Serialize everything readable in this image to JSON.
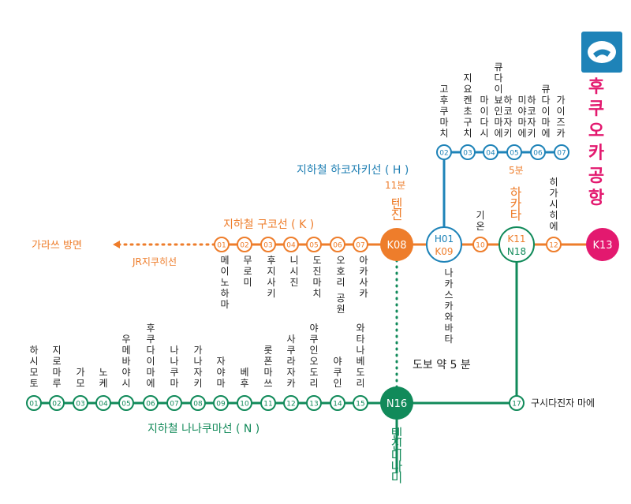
{
  "colors": {
    "kuko": "#EE7D2B",
    "hakozaki": "#1E83B8",
    "nanakuma": "#118A5A",
    "airport": "#E3196F",
    "white": "#FFFFFF"
  },
  "airport_logo": {
    "icon": "airport-hand-plane-icon",
    "title": "후쿠오카 공항"
  },
  "lines": {
    "kuko": {
      "name": "지하철 구코선 ( K )",
      "direction": "가라쓰 방면",
      "jr": "JR지쿠히선",
      "stations": [
        {
          "code": "01",
          "name": "메이노하마"
        },
        {
          "code": "02",
          "name": "무로미"
        },
        {
          "code": "03",
          "name": "후지사키"
        },
        {
          "code": "04",
          "name": "니시진"
        },
        {
          "code": "05",
          "name": "도진마치"
        },
        {
          "code": "06",
          "name": "오호리 공원"
        },
        {
          "code": "07",
          "name": "아카사카"
        },
        {
          "code": "10",
          "name": "기온"
        },
        {
          "code": "12",
          "name": "히가시히에"
        }
      ]
    },
    "hakozaki": {
      "name": "지하철 하코자키선 ( H )",
      "stations": [
        {
          "code": "02",
          "name": "고후쿠마치"
        },
        {
          "code": "03",
          "name": "지요켄초구치"
        },
        {
          "code": "04",
          "name": "마이다시 큐다이 뵤인마에"
        },
        {
          "code": "05",
          "name": "하코자키 미야마에"
        },
        {
          "code": "06",
          "name": "하코자키 큐다이마에"
        },
        {
          "code": "07",
          "name": "가이즈카"
        }
      ]
    },
    "nanakuma": {
      "name": "지하철 나나쿠마선 ( N )",
      "stations": [
        {
          "code": "01",
          "name": "하시모토"
        },
        {
          "code": "02",
          "name": "지로마루"
        },
        {
          "code": "03",
          "name": "가모"
        },
        {
          "code": "04",
          "name": "노케"
        },
        {
          "code": "05",
          "name": "우메바야시"
        },
        {
          "code": "06",
          "name": "후쿠다이마에"
        },
        {
          "code": "07",
          "name": "나나쿠마"
        },
        {
          "code": "08",
          "name": "가나자키"
        },
        {
          "code": "09",
          "name": "자야마"
        },
        {
          "code": "10",
          "name": "베후"
        },
        {
          "code": "11",
          "name": "롯폰마쓰"
        },
        {
          "code": "12",
          "name": "사쿠라자카"
        },
        {
          "code": "13",
          "name": "야쿠인오도리"
        },
        {
          "code": "14",
          "name": "야쿠인"
        },
        {
          "code": "15",
          "name": "와타나베도리"
        },
        {
          "code": "17",
          "name": "구시다진자 마에"
        }
      ]
    }
  },
  "hubs": {
    "tenjin": {
      "code": "K08",
      "time": "11분",
      "name": "텐진"
    },
    "nakasu": {
      "code_h": "H01",
      "code_k": "K09",
      "name": "나카스카와바타"
    },
    "hakata": {
      "code_k": "K11",
      "code_n": "N18",
      "time": "5분",
      "name": "하카타"
    },
    "airport": {
      "code": "K13",
      "name": "후쿠오카 공항"
    },
    "tenjin_minami": {
      "code": "N16",
      "name": "텐진미나미"
    }
  },
  "walk": "도보 약 5 분"
}
